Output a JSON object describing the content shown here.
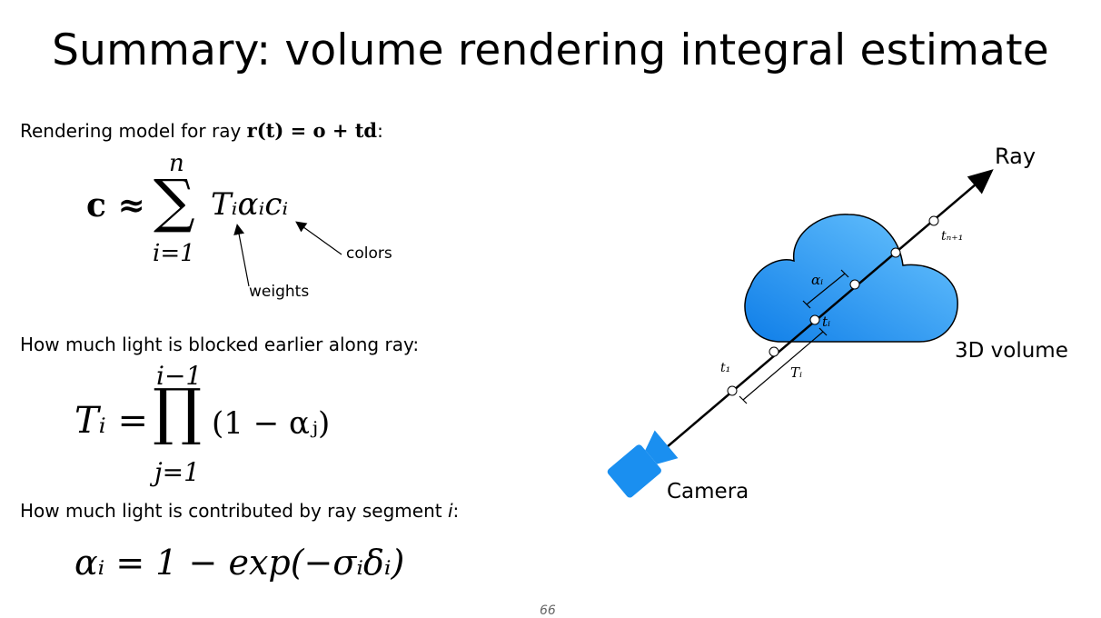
{
  "slide": {
    "title": "Summary: volume rendering integral estimate",
    "page_number": "66"
  },
  "left": {
    "model_prefix": "Rendering model for ray ",
    "model_eq": "r(t) = o + td",
    "model_suffix": ":",
    "sum_eq": {
      "lhs": "c ≈",
      "upper": "n",
      "lower": "i=1",
      "term": "Tᵢαᵢcᵢ"
    },
    "annot_colors": "colors",
    "annot_weights": "weights",
    "blocked_text": "How much light is blocked earlier along ray:",
    "prod_eq": {
      "lhs": "Tᵢ =",
      "upper": "i−1",
      "lower": "j=1",
      "term": "(1 − αⱼ)"
    },
    "contrib_prefix": "How much light is contributed by ray segment ",
    "contrib_var": "i",
    "contrib_suffix": ":",
    "alpha_eq": "αᵢ = 1 − exp(−σᵢδᵢ)"
  },
  "diagram": {
    "ray_label": "Ray",
    "volume_label": "3D volume",
    "camera_label": "Camera",
    "t1": "t₁",
    "tn1": "tₙ₊₁",
    "ti": "tᵢ",
    "Ti": "Tᵢ",
    "alpha_i": "αᵢ",
    "cloud_color": "#1a8ff0",
    "camera_color": "#1a8ff0"
  }
}
